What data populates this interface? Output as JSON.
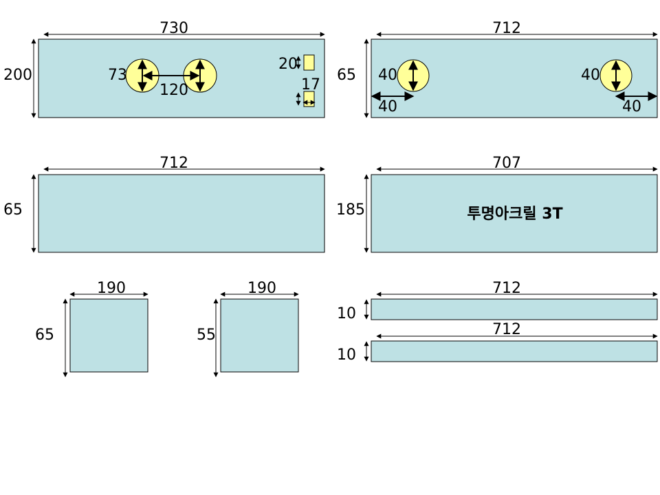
{
  "colors": {
    "panel": "#BEE1E4",
    "hole": "#FFFF99",
    "line": "#000000"
  },
  "panels": {
    "p1": {
      "width": "730",
      "height": "200",
      "hole_dia": "73",
      "hole_spacing": "120",
      "slot_h": "20",
      "slot_w": "17"
    },
    "p2": {
      "width": "712",
      "height": "65",
      "hole_left_dia": "40",
      "hole_right_dia": "40",
      "left_offset": "40",
      "right_offset": "40"
    },
    "p3": {
      "width": "712",
      "height": "65"
    },
    "p4": {
      "width": "707",
      "height": "185",
      "note": "투명아크릴 3T"
    },
    "p5": {
      "width": "190",
      "height": "65"
    },
    "p6": {
      "width": "190",
      "height": "55"
    },
    "p7": {
      "width": "712",
      "height": "10"
    },
    "p8": {
      "width": "712",
      "height": "10"
    }
  }
}
